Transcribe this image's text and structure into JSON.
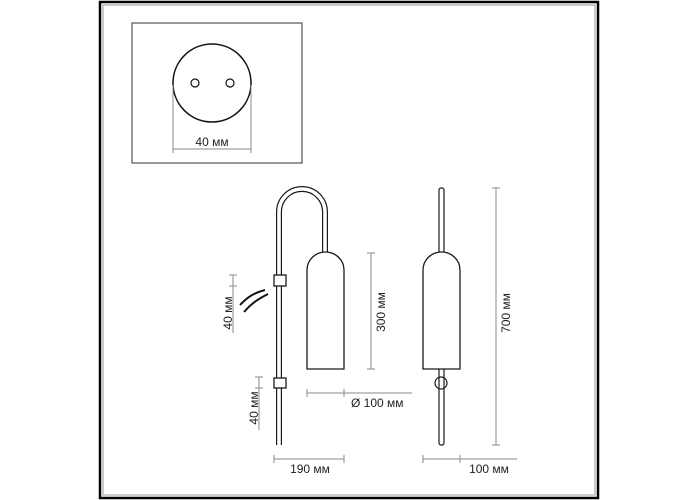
{
  "labels": {
    "mount_diameter": "40 мм",
    "upper_clamp": "40 мм",
    "lower_clamp": "40 мм",
    "shade_height": "300 мм",
    "shade_diameter": "Ø 100 мм",
    "width_side": "190 мм",
    "total_height": "700 мм",
    "width_front": "100 мм"
  }
}
